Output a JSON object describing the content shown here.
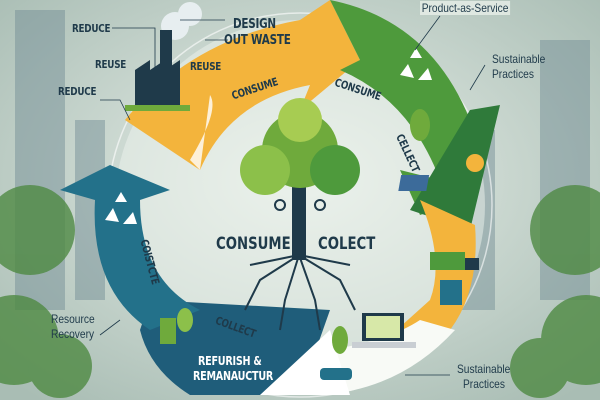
{
  "title_top": "Product-as-Service",
  "labels": {
    "design_out_waste_1": "DESIGN",
    "design_out_waste_2": "OUT WASTE",
    "reduce_top": "REDUCE",
    "reuse_left": "REUSE",
    "reuse_arrow": "REUSE",
    "reduce_mid": "REDUCE",
    "consume_1": "CONSUME",
    "consume_2": "CONSUME",
    "sustainable_top_1": "Sustainable",
    "sustainable_top_2": "Practices",
    "collect_right": "CELLECT",
    "center_consume": "CONSUME",
    "center_collect": "COLECT",
    "left_arc": "COISTCTE",
    "collect_bottom": "COLLECT",
    "resource_1": "Resource",
    "resource_2": "Recovery",
    "refurbish_1": "REFURISH &",
    "refurbish_2": "REMANAUCTUR",
    "sustainable_bottom_1": "Sustainable",
    "sustainable_bottom_2": "Practices"
  },
  "colors": {
    "orange": "#f3b43c",
    "green": "#4e9a3c",
    "dark_green": "#2f7a3a",
    "teal": "#23718a",
    "navy": "#1f3a4a",
    "background": "#cfdcd6"
  },
  "icons": [
    "factory-icon",
    "recycle-icon",
    "tree-icon",
    "gear-icon",
    "solar-panel-icon",
    "truck-icon",
    "recycle-bin-icon",
    "laptop-icon",
    "plant-icon",
    "car-icon",
    "battery-icon"
  ]
}
